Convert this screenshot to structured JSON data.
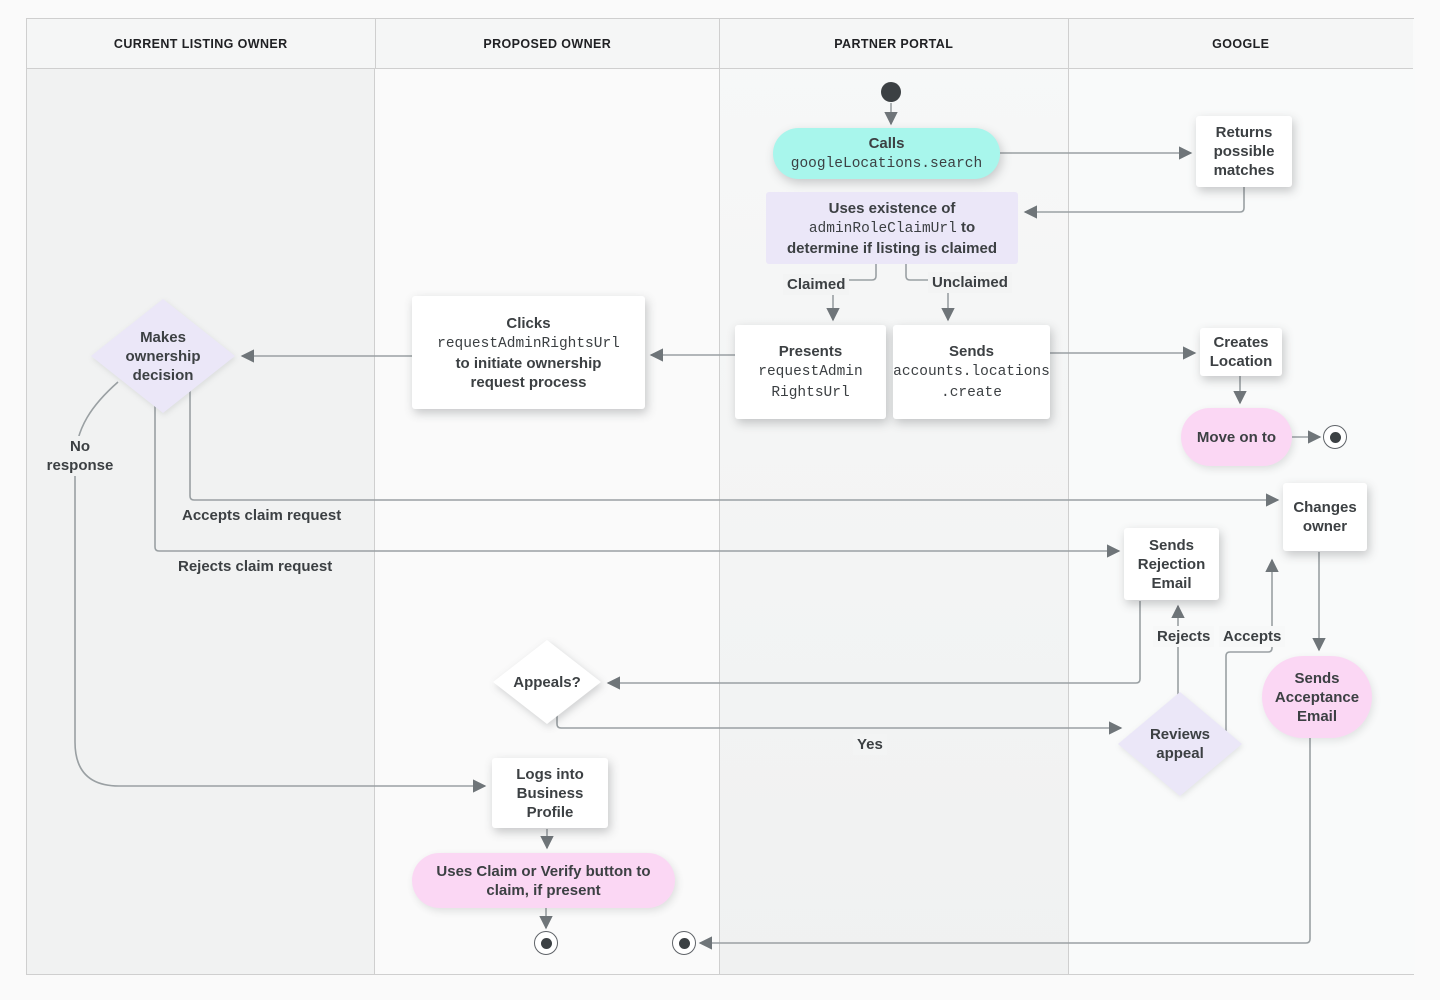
{
  "lanes": [
    "CURRENT LISTING OWNER",
    "PROPOSED OWNER",
    "PARTNER PORTAL",
    "GOOGLE"
  ],
  "nodes": {
    "calls": {
      "title": "Calls",
      "code": "googleLocations.search"
    },
    "returns_matches": {
      "text": "Returns possible matches"
    },
    "uses_existence": {
      "l1": "Uses existence of",
      "code": "adminRoleClaimUrl",
      "l2": "to",
      "l3": "determine if listing is claimed"
    },
    "presents": {
      "title": "Presents",
      "code1": "requestAdmin",
      "code2": "RightsUrl"
    },
    "sends_create": {
      "title": "Sends",
      "code1": "accounts.locations",
      "code2": ".create"
    },
    "creates_location": {
      "text": "Creates Location"
    },
    "move_on": {
      "text": "Move on to"
    },
    "clicks": {
      "title": "Clicks",
      "code": "requestAdminRightsUrl",
      "l2": "to initiate ownership",
      "l3": "request process"
    },
    "makes_decision": {
      "text": "Makes ownership decision"
    },
    "changes_owner": {
      "text": "Changes owner"
    },
    "sends_rejection": {
      "text": "Sends Rejection Email"
    },
    "appeals": {
      "text": "Appeals?"
    },
    "reviews_appeal": {
      "text": "Reviews appeal"
    },
    "sends_acceptance": {
      "text": "Sends Acceptance Email"
    },
    "logs_in": {
      "text": "Logs into Business Profile"
    },
    "uses_claim": {
      "text": "Uses Claim or Verify button to claim, if present"
    }
  },
  "edge_labels": {
    "claimed": "Claimed",
    "unclaimed": "Unclaimed",
    "no_response": "No response",
    "accepts_claim": "Accepts claim request",
    "rejects_claim": "Rejects claim request",
    "yes": "Yes",
    "rejects": "Rejects",
    "accepts": "Accepts"
  },
  "colors": {
    "teal": "#a8f6ec",
    "pink": "#fbd7f4",
    "lavender": "#ebe7f8",
    "line": "#9aa0a3",
    "arrow": "#6f7579",
    "text": "#3c4043",
    "lane_gray": "#f1f2f2",
    "lane_light": "#fafafa"
  }
}
